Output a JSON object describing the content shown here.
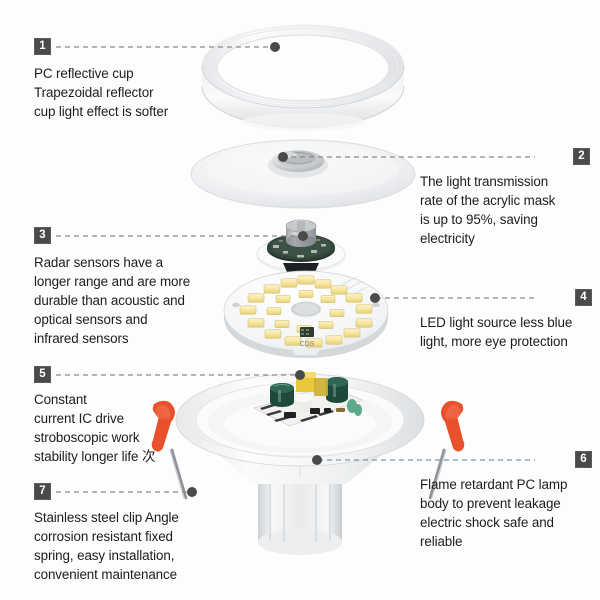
{
  "meta": {
    "subject": "LED downlight exploded product diagram",
    "background_color": "#fdfdfd",
    "badge_color": "#4a4a4a",
    "badge_text_color": "#ffffff",
    "text_color": "#1c1c1c",
    "leader_color_gray": "#8a8a8a",
    "leader_color_blue": "#7d97ab",
    "clip_color": "#e8512b"
  },
  "callouts": [
    {
      "number": "1",
      "side": "left",
      "text": "PC reflective cup\nTrapezoidal reflector\ncup light effect is softer",
      "target_part": "pc-reflective-cup"
    },
    {
      "number": "2",
      "side": "right",
      "text": "The light transmission\nrate of the acrylic mask\nis up to 95%, saving\nelectricity",
      "target_part": "acrylic-mask"
    },
    {
      "number": "3",
      "side": "left",
      "text": "Radar sensors have a\nlonger range and are more\ndurable than acoustic and\noptical sensors and\ninfrared sensors",
      "target_part": "radar-sensor"
    },
    {
      "number": "4",
      "side": "right",
      "text": "LED light source less blue\nlight, more eye protection",
      "target_part": "led-light-board"
    },
    {
      "number": "5",
      "side": "left",
      "text": "Constant\ncurrent IC drive\nstroboscopic work\nstability longer life 次",
      "target_part": "constant-current-driver"
    },
    {
      "number": "6",
      "side": "right",
      "text": "Flame retardant PC lamp\nbody to prevent leakage\nelectric shock safe and\nreliable",
      "target_part": "pc-lamp-body"
    },
    {
      "number": "7",
      "side": "left",
      "text": "Stainless steel clip Angle\ncorrosion resistant fixed\nspring, easy installation,\nconvenient maintenance",
      "target_part": "stainless-steel-clip"
    }
  ],
  "parts": [
    {
      "id": "pc-reflective-cup",
      "label": "PC reflective cup ring"
    },
    {
      "id": "acrylic-mask",
      "label": "Acrylic diffuser mask disc"
    },
    {
      "id": "radar-sensor",
      "label": "Radar sensor module"
    },
    {
      "id": "led-light-board",
      "label": "LED light source board"
    },
    {
      "id": "constant-current-driver",
      "label": "Constant current IC driver board"
    },
    {
      "id": "pc-lamp-body",
      "label": "Flame retardant PC lamp body"
    },
    {
      "id": "stainless-steel-clip",
      "label": "Stainless steel spring clip"
    }
  ],
  "board_marking": "CDS"
}
